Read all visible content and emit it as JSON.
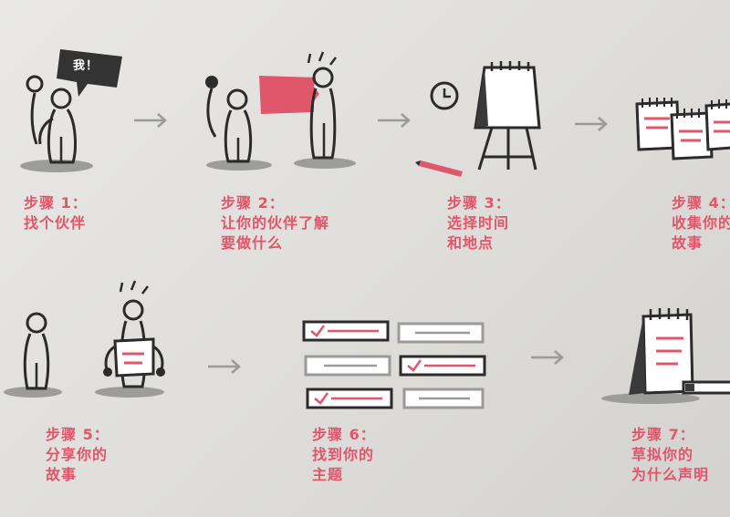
{
  "speech_bubble": "我！",
  "steps": [
    {
      "title": "步骤 1：",
      "lines": [
        "找个伙伴"
      ]
    },
    {
      "title": "步骤 2：",
      "lines": [
        "让你的伙伴了解",
        "要做什么"
      ]
    },
    {
      "title": "步骤 3：",
      "lines": [
        "选择时间",
        "和地点"
      ]
    },
    {
      "title": "步骤 4：",
      "lines": [
        "收集你的",
        "故事"
      ]
    },
    {
      "title": "步骤 5：",
      "lines": [
        "分享你的",
        "故事"
      ]
    },
    {
      "title": "步骤 6：",
      "lines": [
        "找到你的",
        "主题"
      ]
    },
    {
      "title": "步骤 7：",
      "lines": [
        "草拟你的",
        "为什么声明"
      ]
    }
  ],
  "colors": {
    "accent": "#e0566a",
    "ink": "#2b2b2b",
    "gray": "#9a9a9a",
    "shadow": "#9c9c99"
  }
}
